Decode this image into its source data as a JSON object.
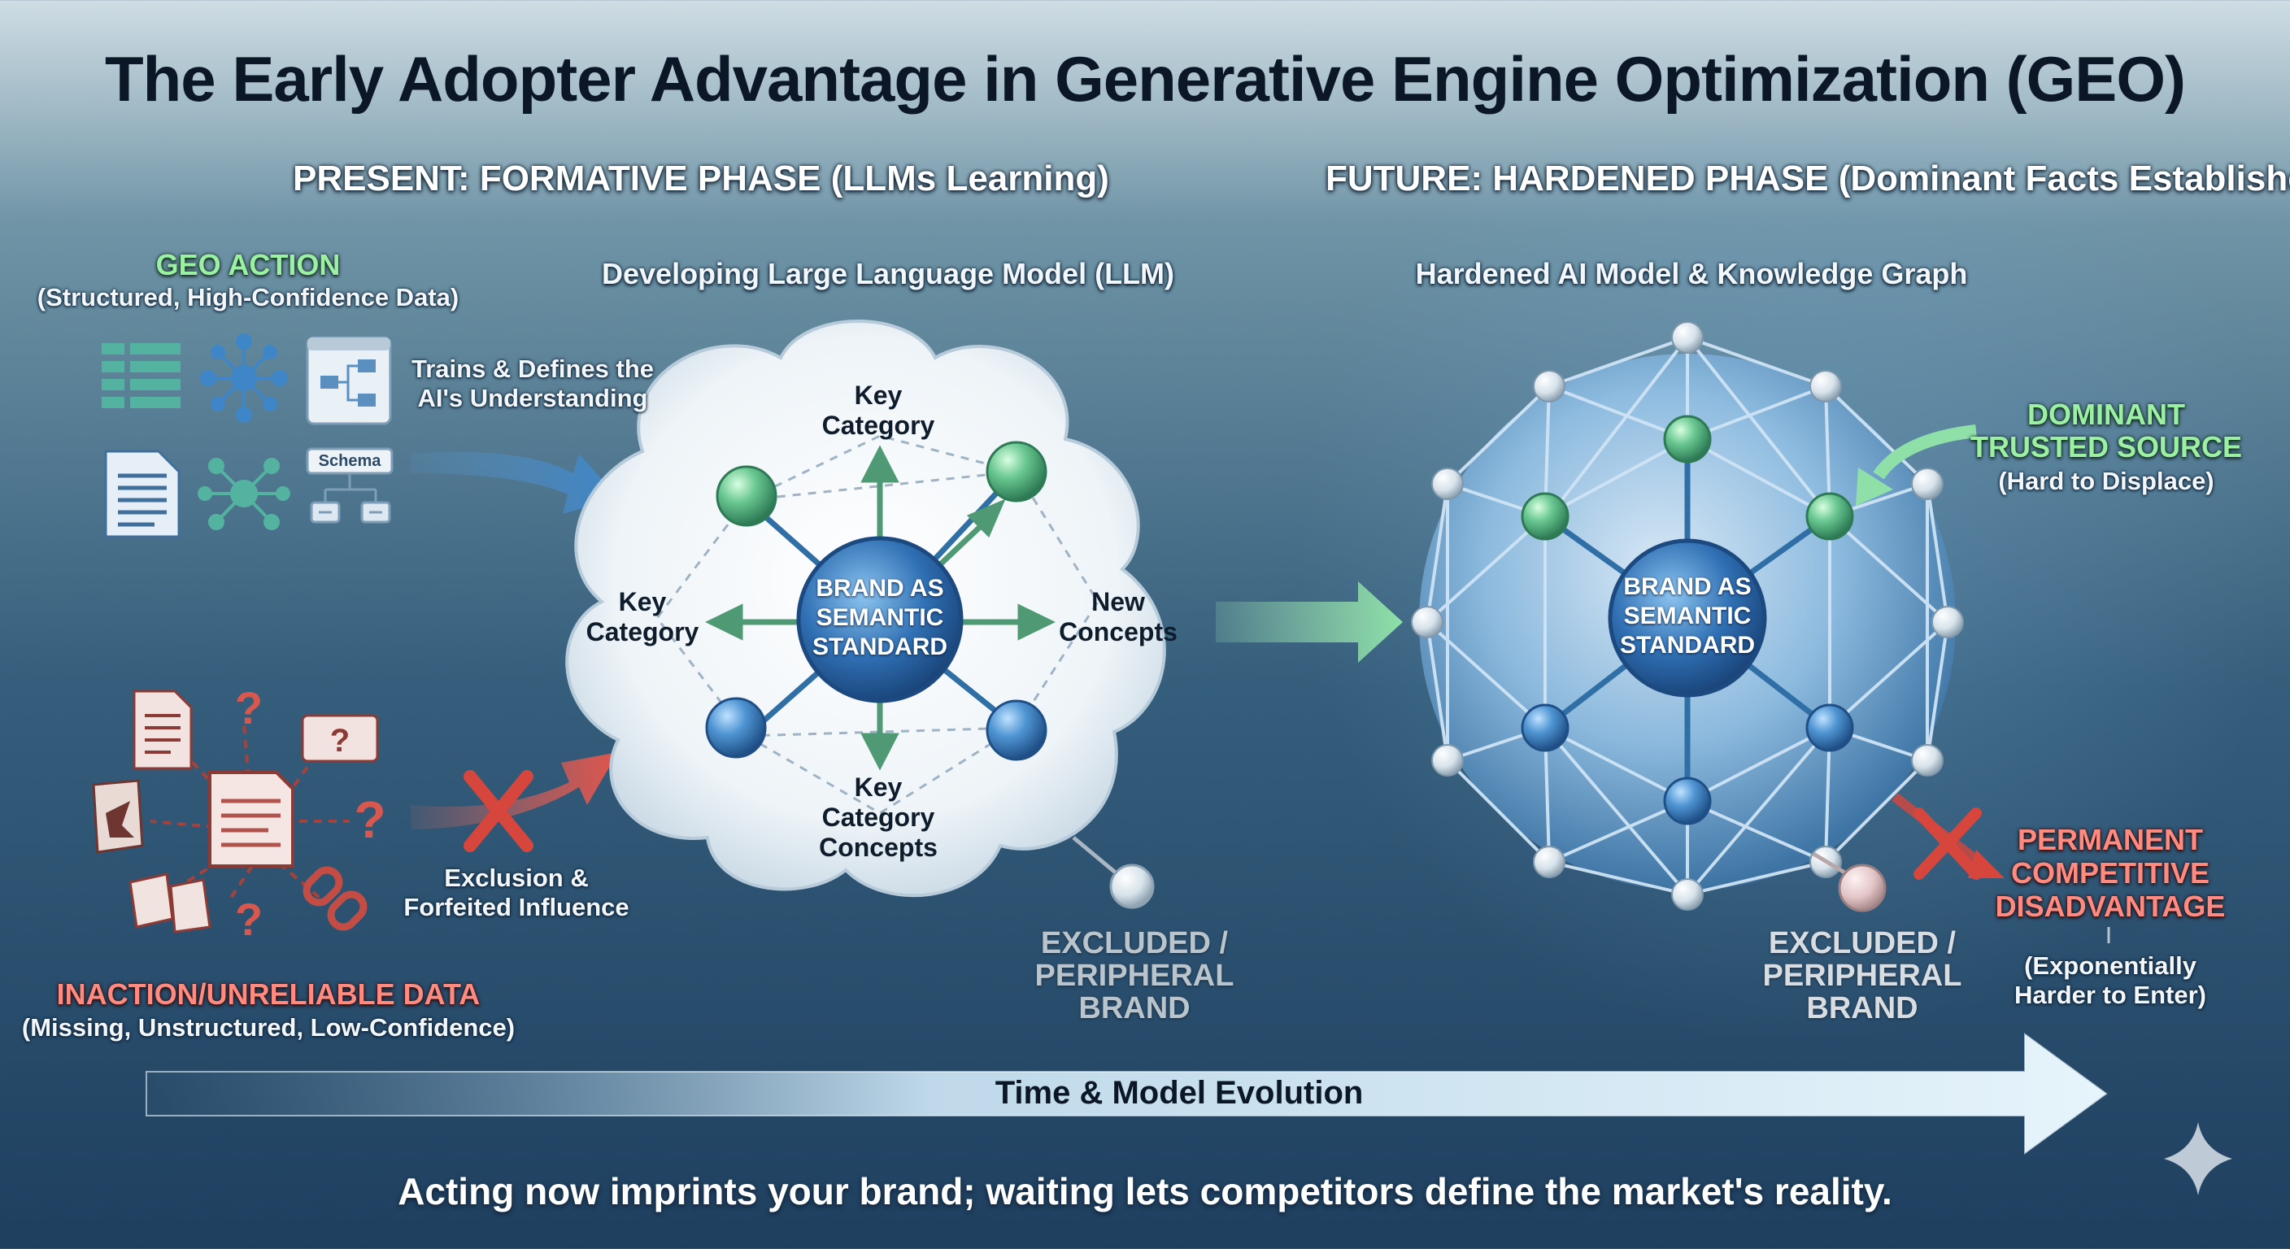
{
  "title": "The Early Adopter Advantage in Generative Engine Optimization (GEO)",
  "present": {
    "heading": "PRESENT: FORMATIVE PHASE (LLMs Learning)",
    "geo_action": {
      "title": "GEO ACTION",
      "subtitle": "(Structured, High-Confidence Data)"
    },
    "schema_label": "Schema",
    "trains_label": [
      "Trains & Defines the",
      "AI's Understanding"
    ],
    "llm_title": "Developing Large Language Model (LLM)",
    "nodes": {
      "top": [
        "Key",
        "Category"
      ],
      "left": [
        "Key",
        "Category"
      ],
      "right": [
        "New",
        "Concepts"
      ],
      "bottom": [
        "Key",
        "Category",
        "Concepts"
      ]
    },
    "core": [
      "BRAND AS",
      "SEMANTIC",
      "STANDARD"
    ],
    "excluded": [
      "EXCLUDED /",
      "PERIPHERAL",
      "BRAND"
    ],
    "exclusion_label": [
      "Exclusion &",
      "Forfeited Influence"
    ],
    "inaction": {
      "title": "INACTION/UNRELIABLE DATA",
      "subtitle": "(Missing, Unstructured, Low-Confidence)"
    }
  },
  "future": {
    "heading": "FUTURE: HARDENED PHASE (Dominant Facts Established)",
    "graph_title": "Hardened AI Model & Knowledge Graph",
    "core": [
      "BRAND AS",
      "SEMANTIC",
      "STANDARD"
    ],
    "dominant": {
      "title": [
        "DOMINANT",
        "TRUSTED SOURCE"
      ],
      "subtitle": "(Hard to Displace)"
    },
    "excluded": [
      "EXCLUDED /",
      "PERIPHERAL",
      "BRAND"
    ],
    "permanent": {
      "title": [
        "PERMANENT",
        "COMPETITIVE",
        "DISADVANTAGE"
      ],
      "subtitle": [
        "(Exponentially",
        "Harder to Enter)"
      ]
    }
  },
  "timeline_label": "Time & Model Evolution",
  "footer": "Acting now imprints your brand; waiting lets competitors define the market's reality.",
  "icons": [
    "table-icon",
    "network-icon",
    "flowchart-icon",
    "document-icon",
    "schema-icon",
    "question-icon",
    "broken-link-icon",
    "torn-paper-icon",
    "sparkle-icon"
  ],
  "colors": {
    "green": "#9cf0a3",
    "red": "#ff8a80",
    "blue_node": "#3f86c8",
    "green_node": "#5fbf86"
  }
}
